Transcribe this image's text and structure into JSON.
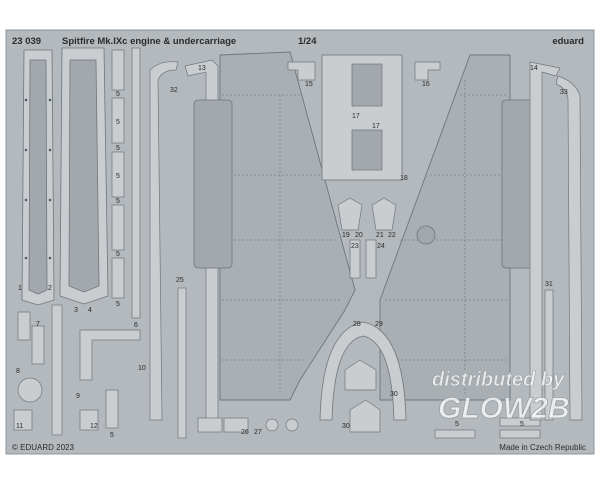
{
  "header": {
    "code": "23 039",
    "title": "Spitfire Mk.IXc engine & undercarriage",
    "scale": "1/24",
    "brand": "eduard"
  },
  "footer": {
    "copyright": "© EDUARD 2023",
    "origin": "Made in Czech Republic"
  },
  "watermark": {
    "line1": "distributed by",
    "line2": "GLOW2B"
  },
  "part_numbers": {
    "p1": "1",
    "p2": "2",
    "p3": "3",
    "p4": "4",
    "p5a": "5",
    "p5b": "5",
    "p5c": "5",
    "p5d": "5",
    "p5e": "5",
    "p5f": "5",
    "p5g": "5",
    "p5h": "5",
    "p5i": "5",
    "p5j": "5",
    "p6": "6",
    "p7": "7",
    "p8": "8",
    "p9": "9",
    "p10": "10",
    "p11": "11",
    "p12": "12",
    "p13": "13",
    "p14": "14",
    "p15": "15",
    "p16": "16",
    "p17a": "17",
    "p17b": "17",
    "p18": "18",
    "p19": "19",
    "p20": "20",
    "p21": "21",
    "p22": "22",
    "p23": "23",
    "p24": "24",
    "p25": "25",
    "p26": "26",
    "p27": "27",
    "p28": "28",
    "p29": "29",
    "p30a": "30",
    "p30b": "30",
    "p31": "31",
    "p32": "32",
    "p33": "33"
  },
  "colors": {
    "sheet": "#b4b9bd",
    "sheet_edge": "#8f959a",
    "part": "#c9cdd0",
    "recess": "#a2a8ad",
    "outline": "#6f767c"
  }
}
